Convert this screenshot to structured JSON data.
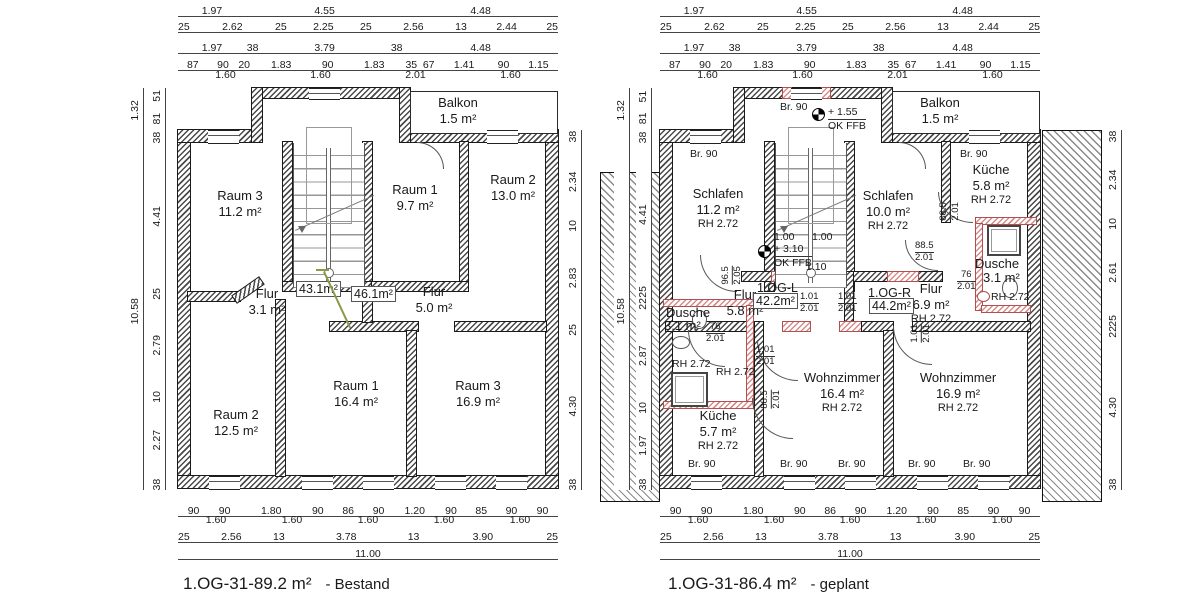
{
  "drawing": {
    "type": "architectural-floor-plan",
    "colors": {
      "line": "#1a1a1a",
      "new_wall": "#b05050",
      "hatch_pink": "#d98c8c",
      "leader_green": "#8a9a4b"
    }
  },
  "plans": [
    {
      "name": "bestand",
      "footer": {
        "title": "1.OG-31-89.2 m²",
        "suffix": "- Bestand"
      },
      "dims": {
        "top1": [
          "1.97",
          "4.55",
          "4.48"
        ],
        "top2": [
          "25",
          "2.62",
          "25",
          "2.25",
          "25",
          "2.56",
          "13",
          "2.44",
          "25"
        ],
        "top3": [
          "1.97",
          "38",
          "3.79",
          "38",
          "4.48"
        ],
        "top4": [
          "87",
          "90",
          "20",
          "1.83",
          "90",
          "1.83",
          "35",
          "67",
          "1.41",
          "90",
          "1.15"
        ],
        "top4_sub": [
          "1.60",
          "1.60",
          "2.01",
          "1.60"
        ],
        "bottom1": [
          "90",
          "90",
          "1.80",
          "90",
          "86",
          "90",
          "1.20",
          "90",
          "85",
          "90",
          "90"
        ],
        "bottom1_sub": [
          "1.60",
          "1.60",
          "1.60",
          "1.60",
          "1.60"
        ],
        "bottom2": [
          "25",
          "2.56",
          "13",
          "3.78",
          "13",
          "3.90",
          "25"
        ],
        "bottom_total": "11.00",
        "left_outer": [
          "1.32",
          "10.58"
        ],
        "left_inner": [
          "51",
          "81",
          "38",
          "4.41",
          "25",
          "2.79",
          "10",
          "2.27",
          "38"
        ],
        "right": [
          "38",
          "2.34",
          "10",
          "2.83",
          "25",
          "4.30",
          "38"
        ]
      },
      "rooms": {
        "balkon": {
          "name": "Balkon",
          "area": "1.5 m²"
        },
        "raum3_top": {
          "name": "Raum 3",
          "area": "11.2 m²"
        },
        "raum1_top": {
          "name": "Raum 1",
          "area": "9.7 m²"
        },
        "raum2_top": {
          "name": "Raum 2",
          "area": "13.0 m²"
        },
        "flur_left": {
          "name": "Flur",
          "area": "3.1 m²"
        },
        "flur_right": {
          "name": "Flur",
          "area": "5.0 m²"
        },
        "raum2_bottom": {
          "name": "Raum 2",
          "area": "12.5 m²"
        },
        "raum1_bottom": {
          "name": "Raum 1",
          "area": "16.4 m²"
        },
        "raum3_bottom": {
          "name": "Raum 3",
          "area": "16.9 m²"
        }
      },
      "area_boxes": {
        "left": "43.1m²",
        "right": "46.1m²"
      }
    },
    {
      "name": "geplant",
      "footer": {
        "title": "1.OG-31-86.4 m²",
        "suffix": "- geplant"
      },
      "dims": {
        "top1": [
          "1.97",
          "4.55",
          "4.48"
        ],
        "top2": [
          "25",
          "2.62",
          "25",
          "2.25",
          "25",
          "2.56",
          "13",
          "2.44",
          "25"
        ],
        "top3": [
          "1.97",
          "38",
          "3.79",
          "38",
          "4.48"
        ],
        "top4": [
          "87",
          "90",
          "20",
          "1.83",
          "90",
          "1.83",
          "35",
          "67",
          "1.41",
          "90",
          "1.15"
        ],
        "top4_sub": [
          "1.60",
          "1.60",
          "2.01",
          "1.60"
        ],
        "bottom1": [
          "90",
          "90",
          "1.80",
          "90",
          "86",
          "90",
          "1.20",
          "90",
          "85",
          "90",
          "90"
        ],
        "bottom1_sub": [
          "1.60",
          "1.60",
          "1.60",
          "1.60",
          "1.60"
        ],
        "bottom2": [
          "25",
          "2.56",
          "13",
          "3.78",
          "13",
          "3.90",
          "25"
        ],
        "bottom_total": "11.00",
        "left_outer": [
          "1.32",
          "10.58"
        ],
        "left_inner": [
          "51",
          "81",
          "38",
          "4.41",
          "25",
          "22",
          "2.87",
          "10",
          "1.97",
          "38"
        ],
        "right": [
          "38",
          "2.34",
          "10",
          "2.61",
          "25",
          "22",
          "4.30",
          "38"
        ]
      },
      "rooms": {
        "balkon": {
          "name": "Balkon",
          "area": "1.5 m²"
        },
        "schlafen_left": {
          "name": "Schlafen",
          "area": "11.2 m²",
          "rh": "RH 2.72"
        },
        "schlafen_mid": {
          "name": "Schlafen",
          "area": "10.0 m²",
          "rh": "RH 2.72"
        },
        "kueche_top": {
          "name": "Küche",
          "area": "5.8 m²",
          "rh": "RH 2.72"
        },
        "dusche_top": {
          "name": "Dusche",
          "area": "3.1 m²",
          "rh": "RH 2.72"
        },
        "flur_left": {
          "name": "Flur",
          "area": "5.8 m²"
        },
        "flur_right": {
          "name": "Flur",
          "area": "6.9 m²",
          "rh": "RH 2.72"
        },
        "dusche_bottom": {
          "name": "Dusche",
          "area": "3.1 m²",
          "rh": "RH 2.72"
        },
        "kueche_bottom": {
          "name": "Küche",
          "area": "5.7 m²",
          "rh": "RH 2.72"
        },
        "wohnzimmer_mid": {
          "name": "Wohnzimmer",
          "area": "16.4 m²",
          "rh": "RH 2.72"
        },
        "wohnzimmer_right": {
          "name": "Wohnzimmer",
          "area": "16.9 m²",
          "rh": "RH 2.72"
        }
      },
      "units": {
        "left": {
          "label": "1.OG-L",
          "area": "42.2m²"
        },
        "right": {
          "label": "1.OG-R",
          "area": "44.2m²"
        }
      },
      "levels": {
        "top": {
          "value": "+ 1.55",
          "ref": "OK FFB"
        },
        "mid": {
          "value": "+ 3.10",
          "ref": "OK FFB"
        }
      },
      "annotations": {
        "lintel": "Br. 90",
        "rh": "RH 2.72",
        "dim_100a": "1.00",
        "dim_100b": "1.00",
        "dim_110": "1.10",
        "frac_76": {
          "num": "76",
          "den": "2.01"
        },
        "frac_885": {
          "num": "88.5",
          "den": "2.01"
        },
        "frac_101": {
          "num": "1.01",
          "den": "2.01"
        },
        "frac_965": {
          "num": "96.5",
          "den": "2.05"
        }
      }
    }
  ]
}
